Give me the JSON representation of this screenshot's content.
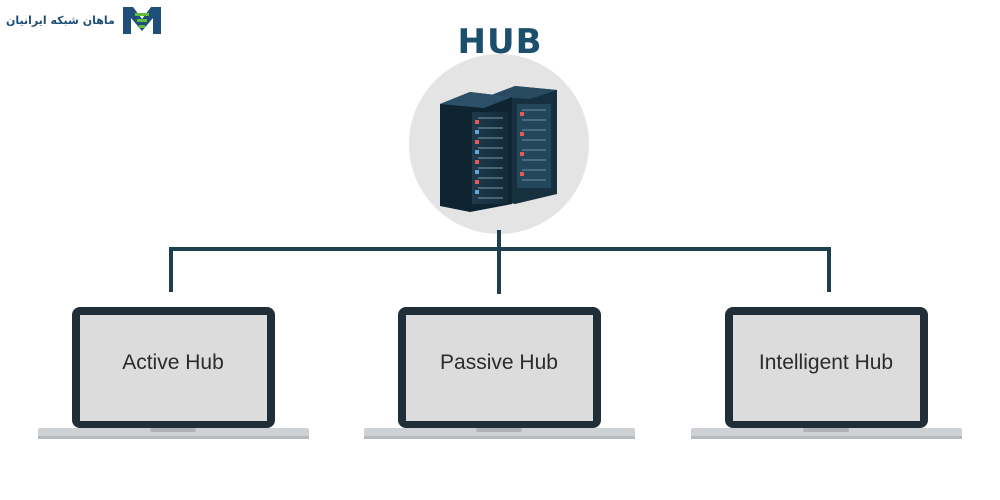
{
  "logo": {
    "text": "ماهان شبکه ایرانیان",
    "icon": "mahan-logo-icon",
    "color": "#1f4e79"
  },
  "hub": {
    "title": "HUB",
    "icon": "server-rack-icon",
    "title_color": "#1c4f6b",
    "circle_color": "#e4e4e4"
  },
  "connector_color": "#1d3f4f",
  "laptops": [
    {
      "label": "Active Hub"
    },
    {
      "label": "Passive Hub"
    },
    {
      "label": "Intelligent Hub"
    }
  ]
}
